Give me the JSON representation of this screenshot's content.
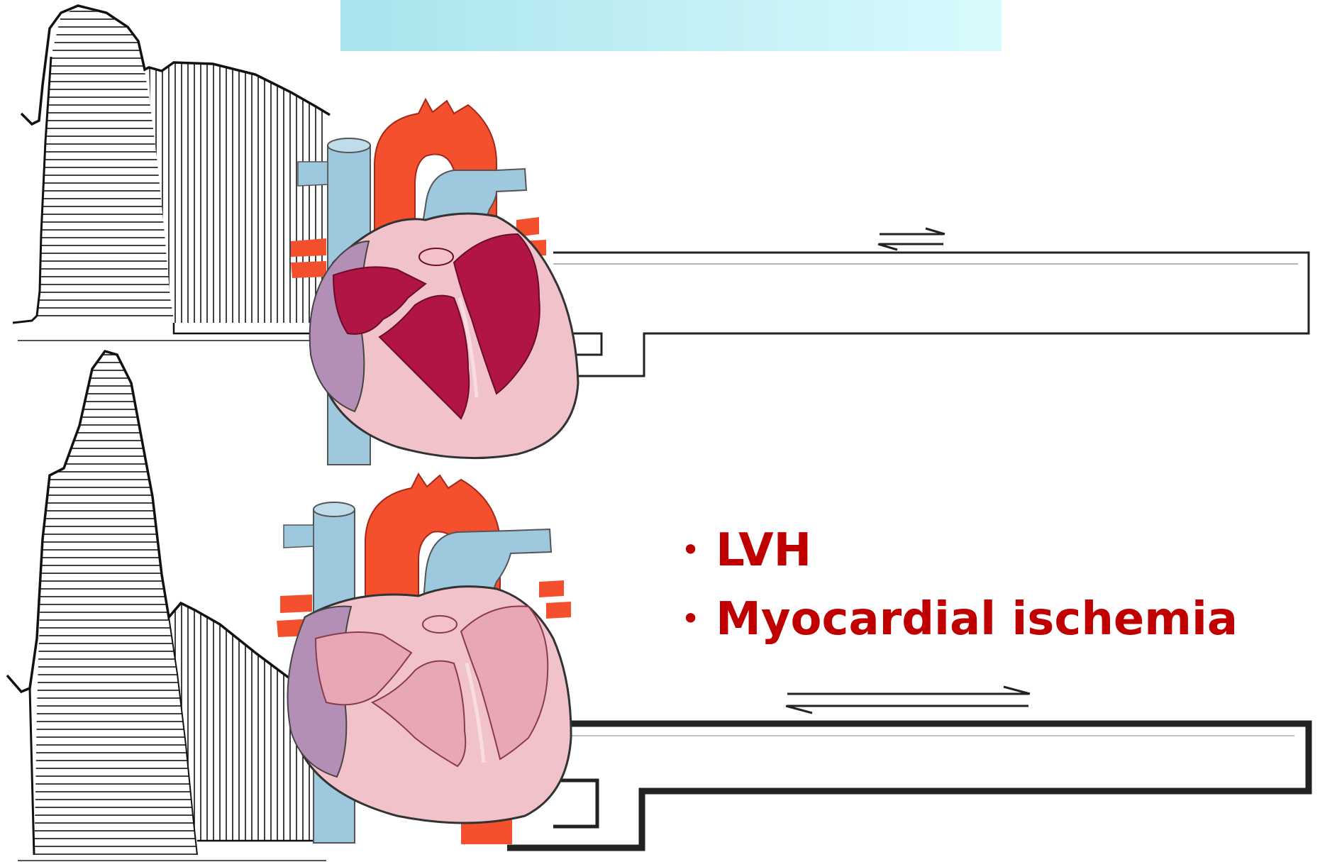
{
  "colors": {
    "text_accent": "#c00000",
    "title_band_start": "#a9e3ec",
    "title_band_end": "#d8fbfd",
    "artery": "#f4502e",
    "vein": "#9ec8dd",
    "myocardium_outer": "#f2c2ca",
    "hypertrophied_chamber": "#b01546",
    "normal_chamber": "#e7a7b4",
    "atrium": "#b48fb5",
    "outline": "#222222"
  },
  "bullets": [
    {
      "marker": "•",
      "text": "LVH"
    },
    {
      "marker": "•",
      "text": "Myocardial ischemia"
    }
  ],
  "panels": [
    {
      "name": "top",
      "heart_state": "hypertrophied",
      "icons": [
        "pressure-waveform-icon",
        "heart-cross-section-icon",
        "coronary-tube-icon",
        "flow-arrows-icon"
      ]
    },
    {
      "name": "bottom",
      "heart_state": "normal",
      "icons": [
        "pressure-waveform-icon",
        "heart-cross-section-icon",
        "coronary-tube-icon",
        "flow-arrows-icon"
      ]
    }
  ]
}
